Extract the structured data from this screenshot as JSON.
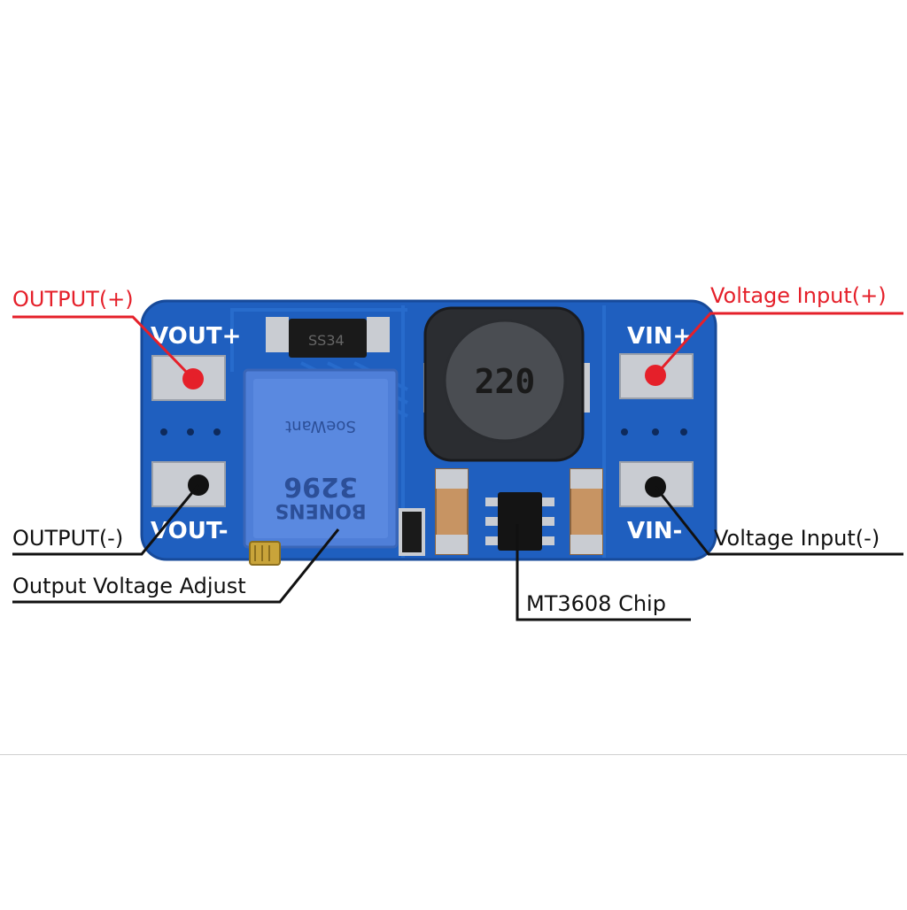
{
  "board": {
    "pcb_color": "#1f5fbf",
    "silkscreen": {
      "vout_plus": "VOUT+",
      "vout_minus": "VOUT-",
      "vin_plus": "VIN+",
      "vin_minus": "VIN-"
    },
    "inductor_marking": "220",
    "diode_marking": "SS34",
    "pot_marking_top": "SoeWant",
    "pot_marking_mid": "3296",
    "pot_marking_bottom": "BONENS"
  },
  "callouts": {
    "output_plus": "OUTPUT(+)",
    "output_minus": "OUTPUT(-)",
    "output_voltage_adjust": "Output Voltage Adjust",
    "voltage_input_plus": "Voltage Input(+)",
    "voltage_input_minus": "Voltage Input(-)",
    "chip": "MT3608 Chip"
  },
  "colors": {
    "red_callout": "#e5202a",
    "black_callout": "#111111",
    "pad_silver": "#c9ccd2",
    "pot_blue": "#4f7fd8"
  }
}
